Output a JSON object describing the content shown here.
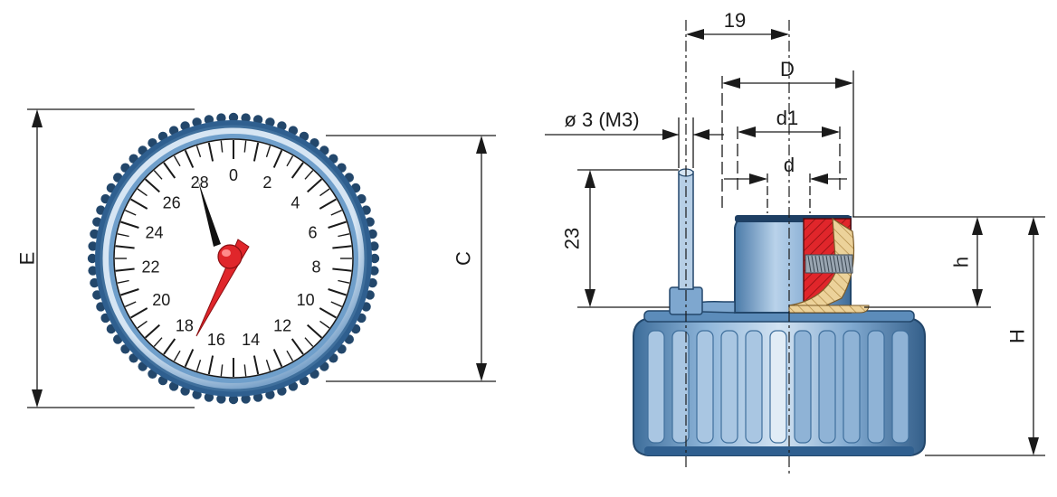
{
  "front_view": {
    "dial_numbers": [
      "0",
      "2",
      "4",
      "6",
      "8",
      "10",
      "12",
      "14",
      "16",
      "18",
      "20",
      "22",
      "24",
      "26",
      "28"
    ],
    "dim_E": "E",
    "dim_C": "C"
  },
  "side_view": {
    "dim_19": "19",
    "dim_D": "D",
    "dim_d1": "d1",
    "dim_d": "d",
    "dim_pin": "ø 3 (M3)",
    "dim_23": "23",
    "dim_h": "h",
    "dim_H": "H"
  },
  "colors": {
    "knob_blue": "#6f9fcb",
    "knob_dark": "#2f5f8f",
    "knob_light": "#c9dcee",
    "insert_red": "#e0262b",
    "insert_brass": "#e8c98a",
    "pointer_red": "#e0262b"
  }
}
